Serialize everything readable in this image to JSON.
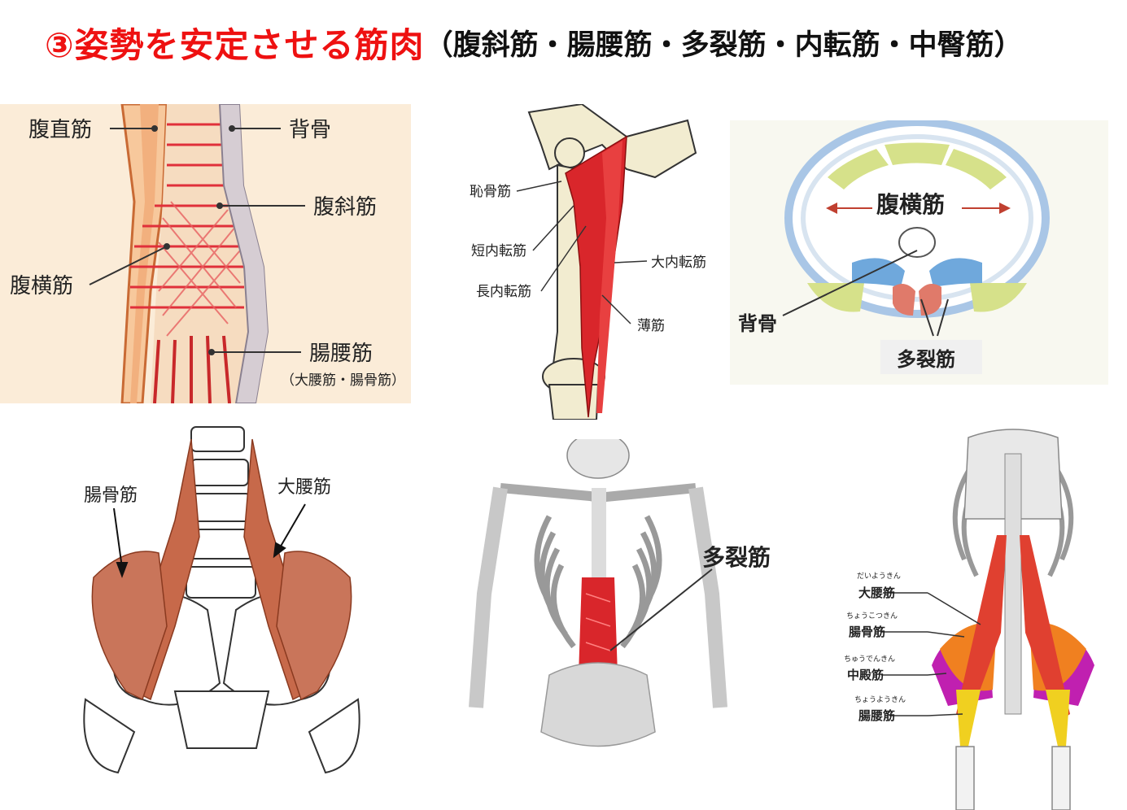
{
  "title": {
    "main": "③姿勢を安定させる筋肉",
    "sub": "（腹斜筋・腸腰筋・多裂筋・内転筋・中臀筋）"
  },
  "colors": {
    "title_red": "#ee1111",
    "muscle_red": "#d9262b",
    "skin": "#f4c9a6",
    "bone": "#f2ecd0"
  },
  "panel1": {
    "labels": {
      "rectus": "腹直筋",
      "spine": "背骨",
      "oblique": "腹斜筋",
      "transversus": "腹横筋",
      "iliopsoas": "腸腰筋",
      "iliopsoas_sub": "（大腰筋・腸骨筋）"
    }
  },
  "panel2": {
    "labels": {
      "pectineus": "恥骨筋",
      "adductor_brevis": "短内転筋",
      "adductor_longus": "長内転筋",
      "adductor_magnus": "大内転筋",
      "gracilis": "薄筋"
    }
  },
  "panel3": {
    "labels": {
      "transversus": "腹横筋",
      "spine": "背骨",
      "multifidus": "多裂筋"
    }
  },
  "panel4": {
    "labels": {
      "iliacus": "腸骨筋",
      "psoas_major": "大腰筋"
    }
  },
  "panel5": {
    "labels": {
      "multifidus": "多裂筋"
    }
  },
  "panel6": {
    "labels": [
      {
        "ruby": "だいようきん",
        "name": "大腰筋"
      },
      {
        "ruby": "ちょうこつきん",
        "name": "腸骨筋"
      },
      {
        "ruby": "ちゅうでんきん",
        "name": "中殿筋"
      },
      {
        "ruby": "ちょうようきん",
        "name": "腸腰筋"
      }
    ]
  }
}
